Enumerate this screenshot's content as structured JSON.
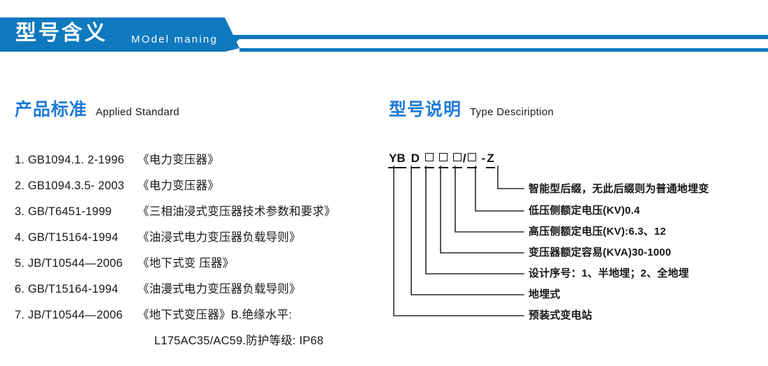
{
  "banner": {
    "title_cn": "型号含义",
    "title_en": "MOdel maning",
    "color": "#0E79BE"
  },
  "sections": {
    "left": {
      "heading_cn": "产品标准",
      "heading_en": "Applied Standard",
      "heading_color": "#1E7BD6"
    },
    "right": {
      "heading_cn": "型号说明",
      "heading_en": "Type Desciription",
      "heading_color": "#1E7BD6"
    }
  },
  "standards": [
    {
      "index": "1. GB1094.1. 2-1996",
      "title": "《电力变压器》"
    },
    {
      "index": "2. GB1094.3.5- 2003",
      "title": "《电力变压器》"
    },
    {
      "index": "3. GB/T6451-1999",
      "title": "《三相油浸式变压器技术参数和要求》"
    },
    {
      "index": "4. GB/T15164-1994",
      "title": "《油浸式电力变压器负载导则》"
    },
    {
      "index": "5. JB/T10544—2006",
      "title": "《地下式变 压器》"
    },
    {
      "index": "6. GB/T15164-1994",
      "title": "《油漫式电力变压器负载导则》"
    },
    {
      "index": "7. JB/T10544—2006",
      "title": "《地下式变压器》B.绝缘水平:"
    },
    {
      "index": "",
      "title": "L175AC35/AC59.防护等级: IP68",
      "continuation": true
    }
  ],
  "type_code": {
    "segments": [
      {
        "kind": "text",
        "value": "YB"
      },
      {
        "kind": "gap",
        "value": ""
      },
      {
        "kind": "text",
        "value": "D"
      },
      {
        "kind": "gap",
        "value": ""
      },
      {
        "kind": "box",
        "value": "□"
      },
      {
        "kind": "box",
        "value": "□"
      },
      {
        "kind": "box",
        "value": "□"
      },
      {
        "kind": "slash",
        "value": "/"
      },
      {
        "kind": "box",
        "value": "□"
      },
      {
        "kind": "gap",
        "value": ""
      },
      {
        "kind": "dash",
        "value": "-"
      },
      {
        "kind": "text",
        "value": "Z"
      }
    ],
    "plain": "YB D □□□/□ - Z"
  },
  "callouts": [
    {
      "id": "suffix",
      "label": "智能型后缀，无此后缀则为普通地埋变"
    },
    {
      "id": "lv-voltage",
      "label": "低压侧额定电压(KV)0.4"
    },
    {
      "id": "hv-voltage",
      "label": "高压侧额定电压(KV):6.3、12"
    },
    {
      "id": "capacity",
      "label": "变压器额定容易(KVA)30-1000"
    },
    {
      "id": "design-no",
      "label": "设计序号：1、半地埋；2、全地埋"
    },
    {
      "id": "buried-type",
      "label": "地埋式"
    },
    {
      "id": "substation",
      "label": "预装式变电站"
    }
  ],
  "colors": {
    "banner_blue": "#0E79BE",
    "heading_blue": "#1E7BD6",
    "body_text": "#181818",
    "line": "#2b2b2b"
  }
}
